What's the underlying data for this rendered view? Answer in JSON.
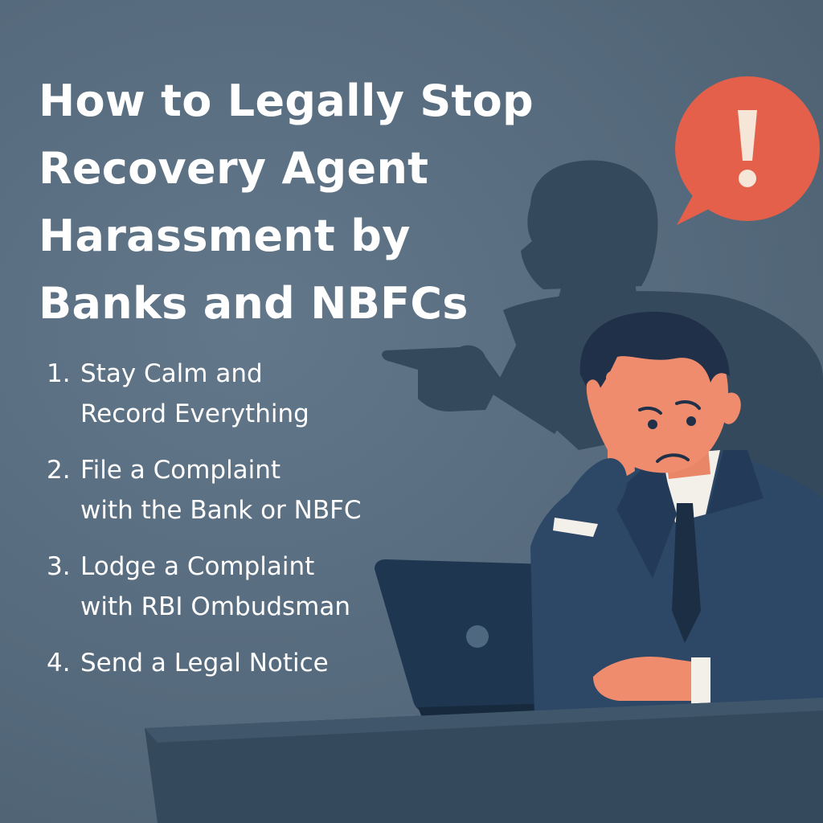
{
  "poster": {
    "title_lines": [
      "How to Legally Stop",
      "Recovery Agent",
      "Harassment by",
      "Banks and NBFCs"
    ],
    "steps": [
      {
        "number": "1.",
        "lines": [
          "Stay Calm and",
          "Record Everything"
        ]
      },
      {
        "number": "2.",
        "lines": [
          "File a Complaint",
          "with the Bank or NBFC"
        ]
      },
      {
        "number": "3.",
        "lines": [
          "Lodge a Complaint",
          "with RBI Ombudsman"
        ]
      },
      {
        "number": "4.",
        "lines": [
          "Send a Legal Notice"
        ]
      }
    ],
    "alert_bubble": {
      "icon": "exclamation-icon",
      "color": "#e4604b"
    },
    "colors": {
      "background": "#566a7b",
      "shadow_figure": "#34495b",
      "suit": "#2d4767",
      "skin": "#ee8c6d",
      "laptop": "#1f3650",
      "desk": "#34495c"
    }
  }
}
